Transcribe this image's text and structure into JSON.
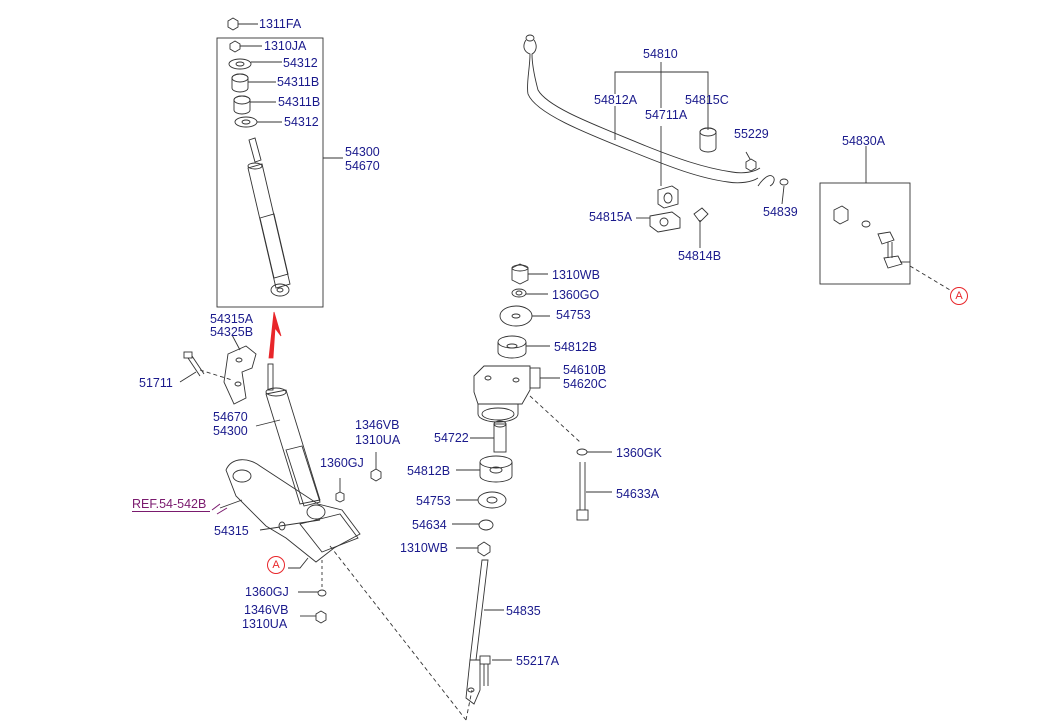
{
  "labels": {
    "p1311FA": "1311FA",
    "p1310JA": "1310JA",
    "p54312a": "54312",
    "p54311Ba": "54311B",
    "p54311Bb": "54311B",
    "p54312b": "54312",
    "p54300a": "54300",
    "p54670a": "54670",
    "p54315A": "54315A",
    "p54325B": "54325B",
    "p51711": "51711",
    "p54670b": "54670",
    "p54300b": "54300",
    "p1346VBa": "1346VB",
    "p1310UAa": "1310UA",
    "p1360GJa": "1360GJ",
    "pREF": "REF.54-542B",
    "p54315": "54315",
    "p1360GJb": "1360GJ",
    "p1346VBb": "1346VB",
    "p1310UAb": "1310UA",
    "p54810": "54810",
    "p54812A": "54812A",
    "p54815C": "54815C",
    "p54711A": "54711A",
    "p55229": "55229",
    "p54839": "54839",
    "p54815A": "54815A",
    "p54814B": "54814B",
    "p54830A": "54830A",
    "p1310WBa": "1310WB",
    "p1360GO": "1360GO",
    "p54753a": "54753",
    "p54812Ba": "54812B",
    "p54610B": "54610B",
    "p54620C": "54620C",
    "p54722": "54722",
    "p1360GK": "1360GK",
    "p54812Bb": "54812B",
    "p54633A": "54633A",
    "p54753b": "54753",
    "p54634": "54634",
    "p1310WBb": "1310WB",
    "p54835": "54835",
    "p55217A": "55217A"
  },
  "markers": {
    "a1": "A",
    "a2": "A"
  },
  "colors": {
    "label": "#1a1a8c",
    "ref": "#7a1a6e",
    "line": "#333333",
    "marker": "#e8262a",
    "arrow": "#e8262a"
  }
}
